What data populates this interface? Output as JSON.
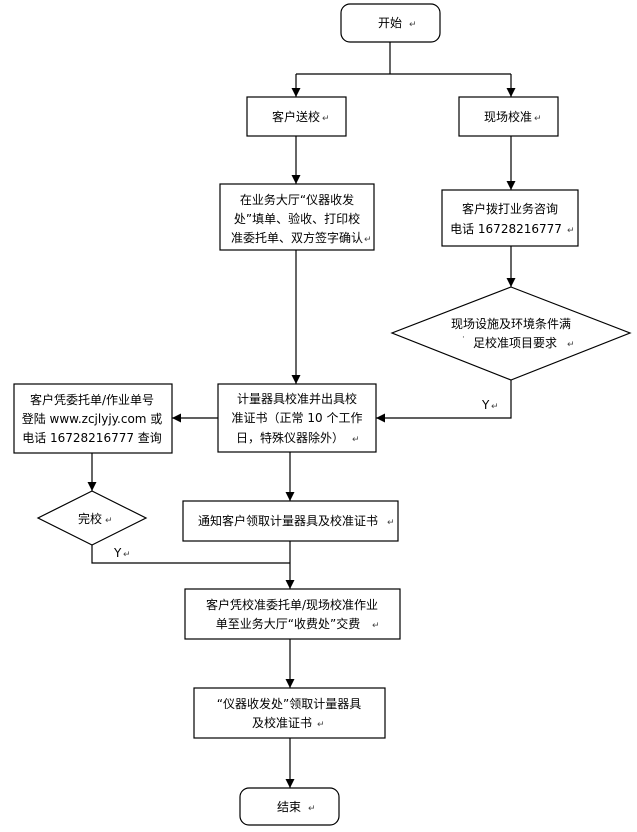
{
  "nodes": {
    "start": {
      "lines": [
        "开始"
      ]
    },
    "customer_delivery": {
      "lines": [
        "客户送校"
      ]
    },
    "onsite_calibration": {
      "lines": [
        "现场校准"
      ]
    },
    "service_hall_registration": {
      "lines": [
        "在业务大厅“仪器收发",
        "处”填单、验收、打印校",
        "准委托单、双方签字确认"
      ]
    },
    "call_hotline": {
      "lines": [
        "客户拨打业务咨询",
        "电话 16728216777"
      ]
    },
    "onsite_condition_check": {
      "lines": [
        "现场设施及环境条件满",
        "足校准项目要求"
      ]
    },
    "calibrate_and_certificate": {
      "lines": [
        "计量器具校准并出具校",
        "准证书（正常 10 个工作",
        "日，特殊仪器除外）"
      ]
    },
    "query_progress": {
      "lines": [
        "客户凭委托单/作业单号",
        "登陆 www.zcjlyjy.com 或",
        "电话 16728216777 查询"
      ]
    },
    "calibration_done_check": {
      "lines": [
        "完校"
      ]
    },
    "notify_customer": {
      "lines": [
        "通知客户领取计量器具及校准证书"
      ]
    },
    "payment": {
      "lines": [
        "客户凭校准委托单/现场校准作业",
        "单至业务大厅“收费处”交费"
      ]
    },
    "pickup": {
      "lines": [
        "“仪器收发处”领取计量器具",
        "及校准证书"
      ]
    },
    "end": {
      "lines": [
        "结束"
      ]
    }
  },
  "edge_labels": {
    "onsite_yes": "Y",
    "done_yes": "Y"
  }
}
